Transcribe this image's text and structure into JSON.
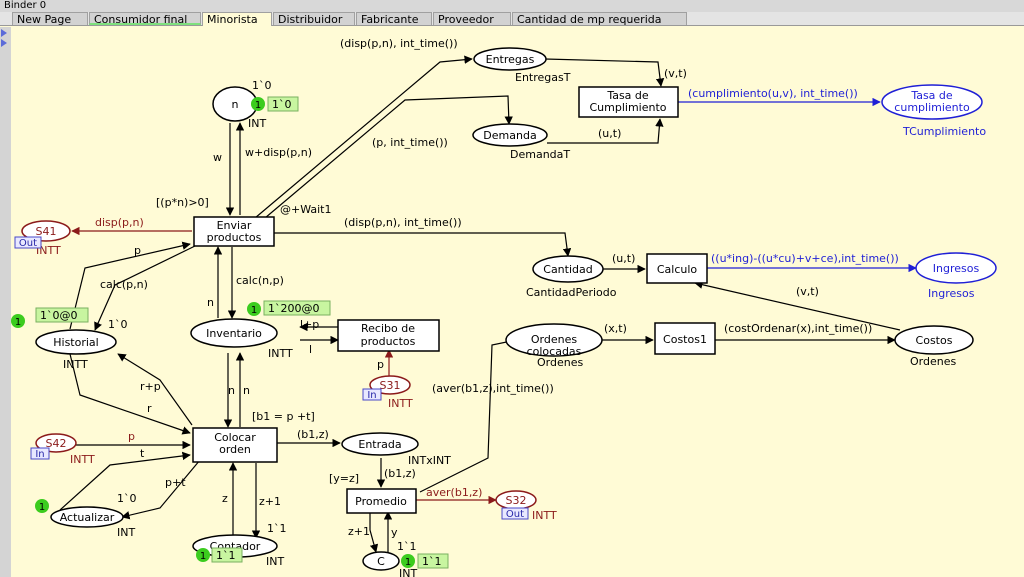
{
  "window": {
    "title": "Binder 0"
  },
  "tabs": [
    {
      "label": "New Page",
      "active": false
    },
    {
      "label": "Consumidor final",
      "active": false
    },
    {
      "label": "Minorista",
      "active": true
    },
    {
      "label": "Distribuidor",
      "active": false
    },
    {
      "label": "Fabricante",
      "active": false
    },
    {
      "label": "Proveedor",
      "active": false
    },
    {
      "label": "Cantidad de mp  requerida",
      "active": false
    }
  ],
  "colors": {
    "canvas_bg": "#fffbd6",
    "port_red": "#8b1a1a",
    "token_green": "#3ccc1e",
    "marking_green": "#c8f5a0",
    "fusion_blue": "#1f1fd6",
    "tag_blue": "#4848c8"
  },
  "places": {
    "n": {
      "name": "n",
      "type": "INT",
      "init": "1`0",
      "tokens": "1",
      "marking": "1`0"
    },
    "entregas": {
      "name": "Entregas",
      "type": "EntregasT"
    },
    "demanda": {
      "name": "Demanda",
      "type": "DemandaT"
    },
    "tasa_place": {
      "name": "Tasa de cumplimiento",
      "type": "TCumplimiento"
    },
    "s41": {
      "name": "S41",
      "type": "INTT",
      "tag": "Out"
    },
    "cantidad": {
      "name": "Cantidad",
      "type": "CantidadPeriodo"
    },
    "ingresos": {
      "name": "Ingresos",
      "type": "Ingresos"
    },
    "historial": {
      "name": "Historial",
      "type": "INTT",
      "init": "1`0",
      "tokens": "1",
      "marking": "1`0@0"
    },
    "inventario": {
      "name": "Inventario",
      "type": "INTT",
      "tokens": "1",
      "marking": "1`200@0"
    },
    "ordenes": {
      "name": "Ordenes colocadas",
      "type": "Ordenes"
    },
    "costos": {
      "name": "Costos",
      "type": "Ordenes"
    },
    "s31": {
      "name": "S31",
      "type": "INTT",
      "tag": "In"
    },
    "s42": {
      "name": "S42",
      "type": "INTT",
      "tag": "In"
    },
    "entrada": {
      "name": "Entrada",
      "type": "INTxINT"
    },
    "s32": {
      "name": "S32",
      "type": "INTT",
      "tag": "Out"
    },
    "actualizar": {
      "name": "Actualizar",
      "type": "INT",
      "init": "1`0",
      "tokens": "1"
    },
    "contador": {
      "name": "Contador",
      "type": "INT",
      "init": "1`1",
      "tokens": "1",
      "marking": "1`1"
    },
    "c": {
      "name": "C",
      "type": "INT",
      "init": "1`1",
      "tokens": "1",
      "marking": "1`1"
    }
  },
  "transitions": {
    "tasa": "Tasa de Cumplimiento",
    "enviar": "Enviar productos",
    "calculo": "Calculo",
    "recibo": "Recibo de productos",
    "costos1": "Costos1",
    "colocar": "Colocar orden",
    "promedio": "Promedio"
  },
  "inscriptions": {
    "guard_enviar": "[(p*n)>0]",
    "time_enviar": "@+Wait1",
    "disp_entregas": "(disp(p,n), int_time())",
    "vt_tasa": "(v,t)",
    "ut_tasa": "(u,t)",
    "cumplimiento": "(cumplimiento(u,v), int_time())",
    "p_demanda": "(p, int_time())",
    "disp_s41": "disp(p,n)",
    "disp_cantidad": "(disp(p,n), int_time())",
    "ut_calculo": "(u,t)",
    "ingresos_expr": "((u*ing)-((u*cu)+v+ce),int_time())",
    "vt_costos": "(v,t)",
    "w": "w",
    "w_disp": "w+disp(p,n)",
    "p_hist": "p",
    "calc_hist": "calc(p,n)",
    "calc_inv": "calc(n,p)",
    "n_inv_enviar": "n",
    "lp": "l+p",
    "l": "l",
    "p_s31": "p",
    "xt": "(x,t)",
    "costordenar": "(costOrdenar(x),int_time())",
    "aver_ordenes": "(aver(b1,z),int_time())",
    "rp": "r+p",
    "r": "r",
    "n_colocar_1": "n",
    "n_colocar_2": "n",
    "guard_colocar": "[b1 = p +t]",
    "b1z": "(b1,z)",
    "b1z_2": "(b1,z)",
    "p_s42": "p",
    "t": "t",
    "pt": "p+t",
    "guard_promedio": "[y=z]",
    "aver_s32": "aver(b1,z)",
    "z": "z",
    "z1": "z+1",
    "z1_c": "z+1",
    "y": "y"
  }
}
